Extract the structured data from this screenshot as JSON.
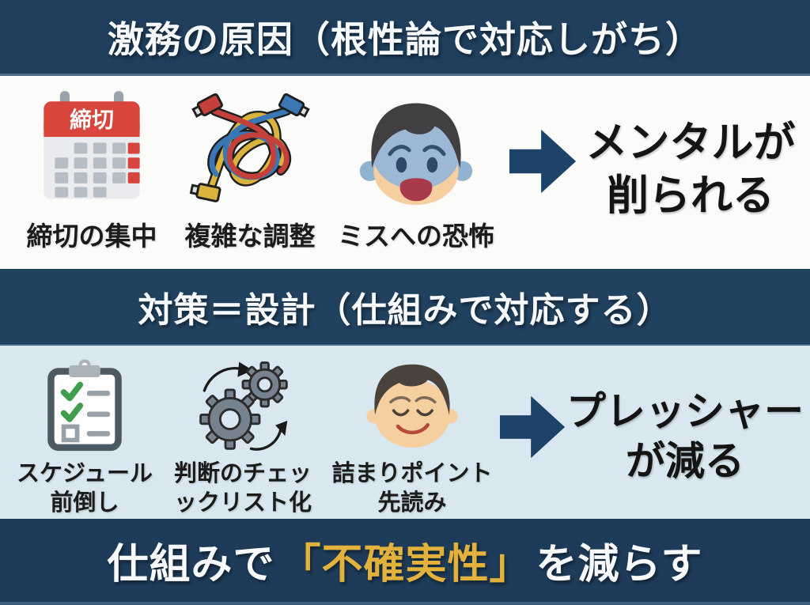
{
  "colors": {
    "banner_navy": "#20415f",
    "bottom_navy": "#1e3c59",
    "light_blue_bg": "#d9e8f0",
    "white_bg": "#fbfbfa",
    "arrow_navy": "#1d4468",
    "highlight_gold": "#e2b23d",
    "calendar_red": "#d8453c",
    "check_green": "#3f9e4d",
    "text_black": "#141414"
  },
  "header": {
    "title": "激務の原因（根性論で対応しがち）"
  },
  "causes": {
    "items": [
      {
        "icon": "deadline-calendar-icon",
        "calendar_header": "締切",
        "label": "締切の集中"
      },
      {
        "icon": "tangled-cables-icon",
        "label": "複雑な調整"
      },
      {
        "icon": "worried-face-icon",
        "label": "ミスへの恐怖"
      }
    ],
    "arrow": "right-arrow-icon",
    "result": {
      "line1": "メンタルが",
      "line2": "削られる"
    }
  },
  "measures_banner": {
    "title": "対策＝設計（仕組みで対応する）"
  },
  "measures": {
    "items": [
      {
        "icon": "checklist-clipboard-icon",
        "label_line1": "スケジュール",
        "label_line2": "前倒し"
      },
      {
        "icon": "gears-cycle-icon",
        "label_line1": "判断のチェッ",
        "label_line2": "ックリスト化"
      },
      {
        "icon": "calm-face-icon",
        "label_line1": "詰まりポイント",
        "label_line2": "先読み"
      }
    ],
    "arrow": "right-arrow-icon",
    "result": {
      "line1": "プレッシャー",
      "line2": "が減る"
    }
  },
  "footer": {
    "segments": [
      {
        "text": "仕組みで",
        "color": "white"
      },
      {
        "text": "「不確実性」",
        "color": "gold"
      },
      {
        "text": "を減らす",
        "color": "white"
      }
    ]
  }
}
